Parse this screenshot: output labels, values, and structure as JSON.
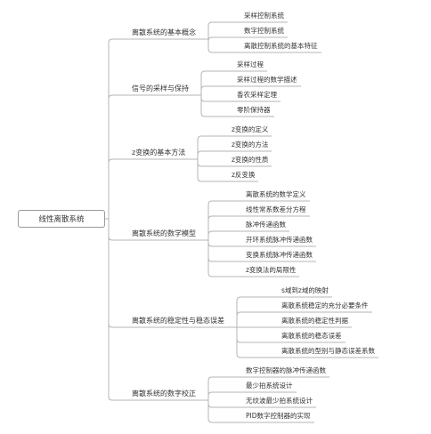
{
  "root": "线性离散系统",
  "branches": [
    {
      "label": "离散系统的基本概念",
      "children": [
        "采样控制系统",
        "数字控制系统",
        "离散控制系统的基本特征"
      ]
    },
    {
      "label": "信号的采样与保持",
      "children": [
        "采样过程",
        "采样过程的数学描述",
        "香农采样定理",
        "零阶保持器"
      ]
    },
    {
      "label": "z变换的基本方法",
      "children": [
        "z变换的定义",
        "z变换的方法",
        "z变换的性质",
        "z反变换"
      ]
    },
    {
      "label": "离散系统的数学模型",
      "children": [
        "离散系统的数学定义",
        "线性常系数差分方程",
        "脉冲传递函数",
        "开环系统脉冲传递函数",
        "变换系统脉冲传递函数",
        "z变换法的局限性"
      ]
    },
    {
      "label": "离散系统的稳定性与稳态误差",
      "children": [
        "s域到z域的映射",
        "离散系统稳定的充分必要条件",
        "离散系统的稳定性判据",
        "离散系统的稳态误差",
        "离散系统的型别与静态误差系数"
      ]
    },
    {
      "label": "离散系统的数字校正",
      "children": [
        "数字控制器的脉冲传递函数",
        "最少拍系统设计",
        "无纹波最少拍系统设计",
        "PID数字控制器的实现"
      ]
    }
  ],
  "colors": {
    "line": "#b5b5b5",
    "text": "#333333",
    "border": "#9a9a9a"
  }
}
